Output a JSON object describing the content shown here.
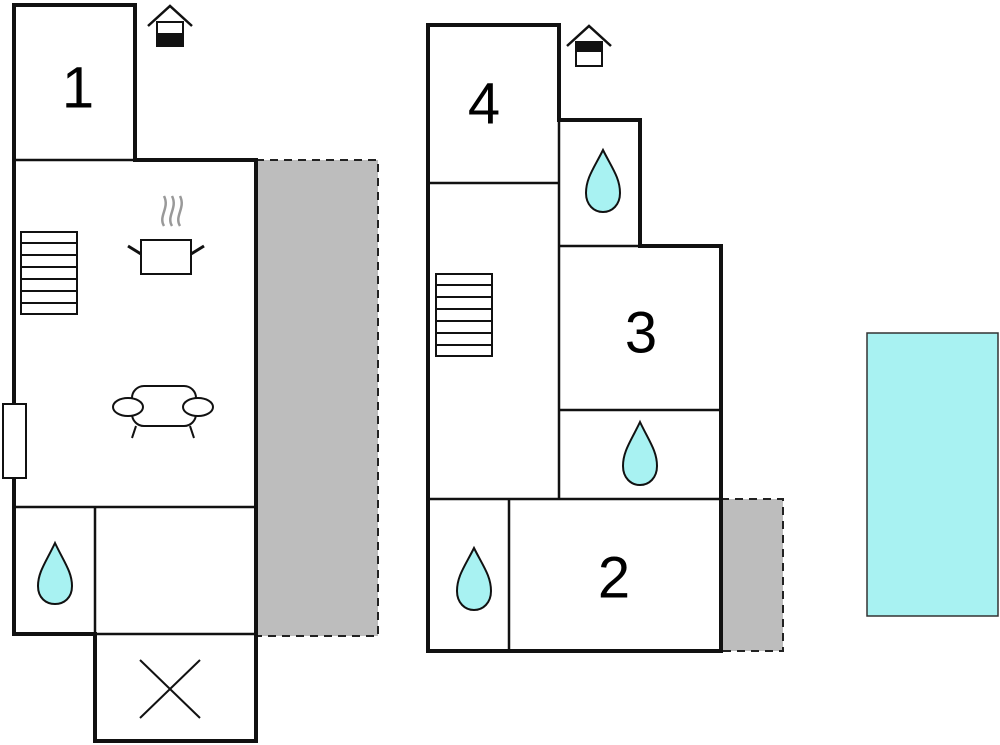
{
  "colors": {
    "wall": "#111111",
    "terrace": "#bdbdbd",
    "pool": "#a8f2f2",
    "water": "#a8f2f2",
    "background": "#ffffff"
  },
  "icons": {
    "entrance": "house-entrance-icon",
    "bathroom": "water-drop-icon",
    "stairs": "stairs-icon",
    "kitchen": "cooking-pot-icon",
    "living": "sofa-icon",
    "open_void": "cross-icon",
    "fireplace": "fireplace-icon"
  },
  "rooms": [
    {
      "id": "bedroom-1",
      "number": "1"
    },
    {
      "id": "bedroom-2",
      "number": "2"
    },
    {
      "id": "bedroom-3",
      "number": "3"
    },
    {
      "id": "bedroom-4",
      "number": "4"
    }
  ]
}
